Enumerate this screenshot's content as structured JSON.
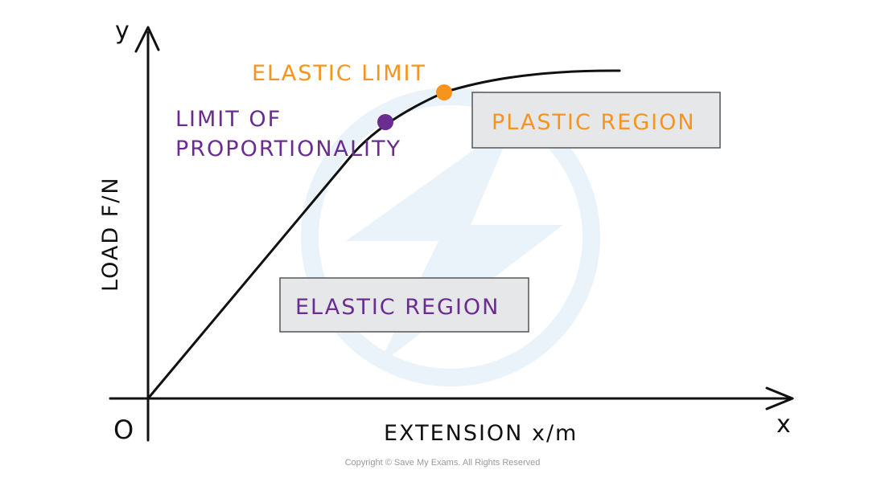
{
  "axes": {
    "y_letter": "y",
    "x_letter": "x",
    "origin": "O",
    "y_label": "LOAD  F/N",
    "x_label": "EXTENSION  x/m"
  },
  "points": {
    "elastic_limit": {
      "label": "ELASTIC  LIMIT",
      "color": "#F7941D"
    },
    "limit_of_proportionality": {
      "label_line1": "LIMIT  OF",
      "label_line2": "PROPORTIONALITY",
      "color": "#6A2C91"
    }
  },
  "regions": {
    "plastic": {
      "label": "PLASTIC  REGION",
      "text_color": "#F7941D",
      "box_fill": "#E6E7E8",
      "box_border": "#555555"
    },
    "elastic": {
      "label": "ELASTIC  REGION",
      "text_color": "#6A2C91",
      "box_fill": "#E6E7E8",
      "box_border": "#555555"
    }
  },
  "colors": {
    "ink": "#111111",
    "watermark": "#EAF3FA"
  },
  "watermark": {
    "icon": "lightning-bolt-icon"
  },
  "footer": {
    "copyright": "Copyright © Save My Exams. All Rights Reserved"
  }
}
